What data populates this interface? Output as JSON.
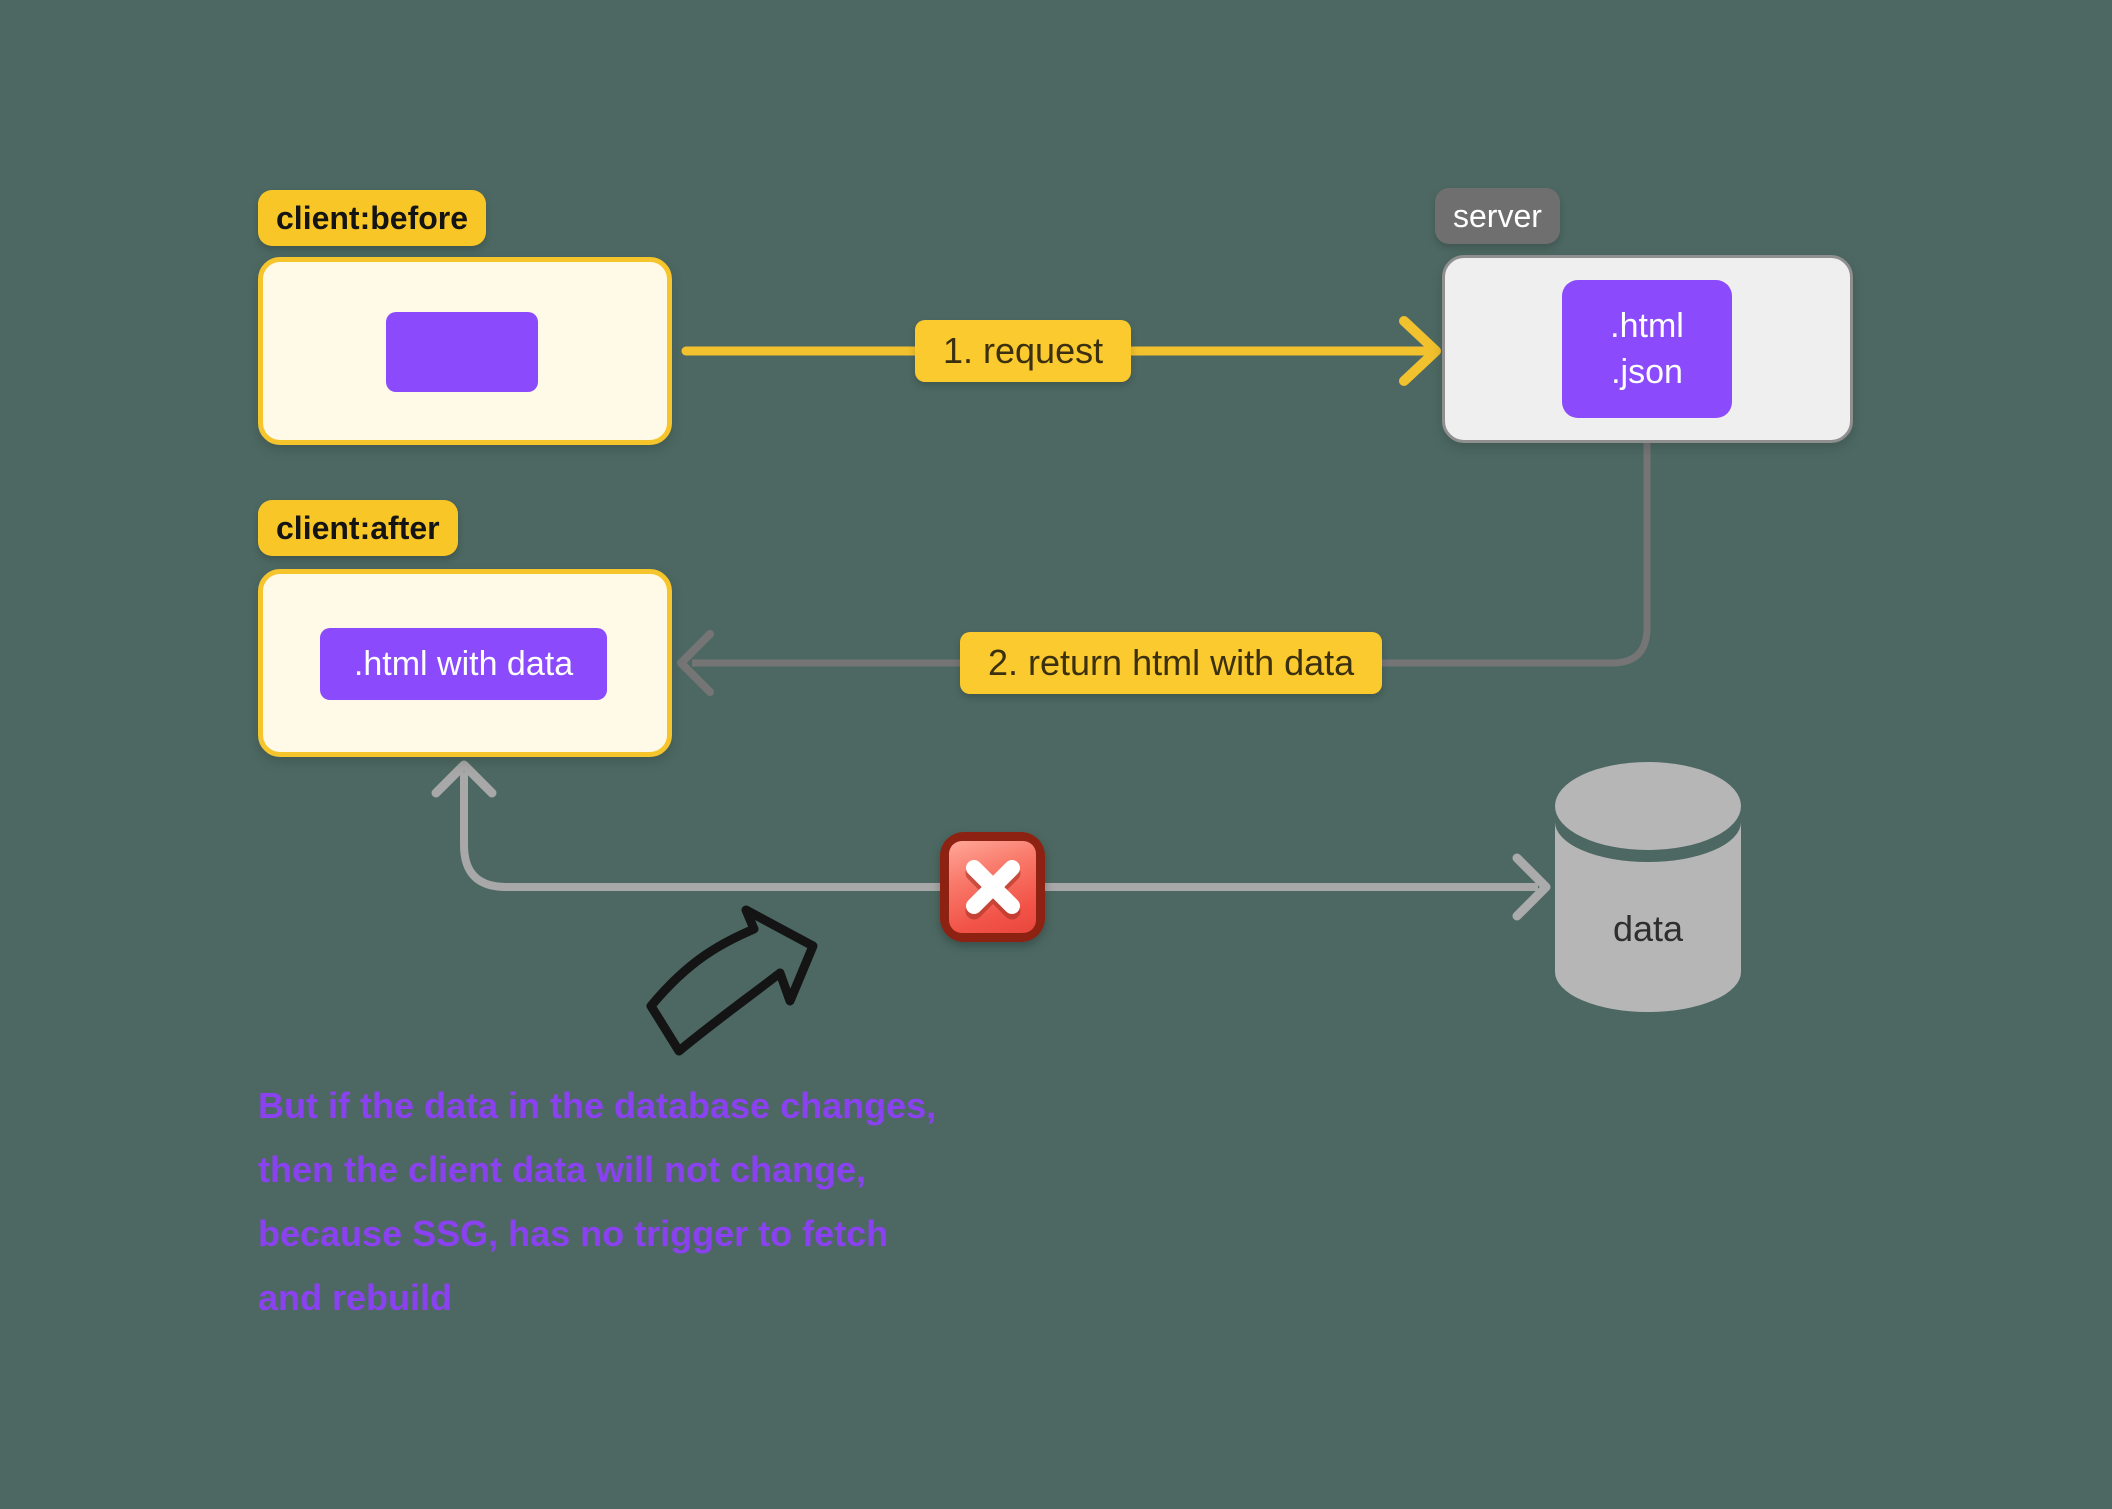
{
  "diagram": {
    "title_implicit": "",
    "client_before": {
      "badge": "client:before"
    },
    "server": {
      "badge": "server",
      "files": [
        ".html",
        ".json"
      ]
    },
    "client_after": {
      "badge": "client:after",
      "content": ".html with data"
    },
    "database": {
      "label": "data"
    },
    "edges": {
      "request": {
        "label": "1. request"
      },
      "return_html": {
        "label": "2. return html with data"
      },
      "fetch_blocked": {
        "icon": "cross-mark-icon"
      }
    },
    "note": {
      "lines": [
        "But if the data in the database changes,",
        "then the client data will not change,",
        "because SSG, has no trigger to fetch",
        "and rebuild"
      ]
    },
    "colors": {
      "background": "#4D6862",
      "yellow_accent": "#F8C727",
      "cream_fill": "#FFF9E8",
      "purple_accent": "#8B4BFC",
      "purple_note_text": "#8A42F0",
      "server_badge_gray": "#6F6F6F",
      "server_fill": "#EFEFEF",
      "return_line_gray": "#757575",
      "fetch_line_gray": "#A8A8A8",
      "cylinder_gray": "#B6B6B6",
      "cross_red": "#F25348"
    }
  }
}
